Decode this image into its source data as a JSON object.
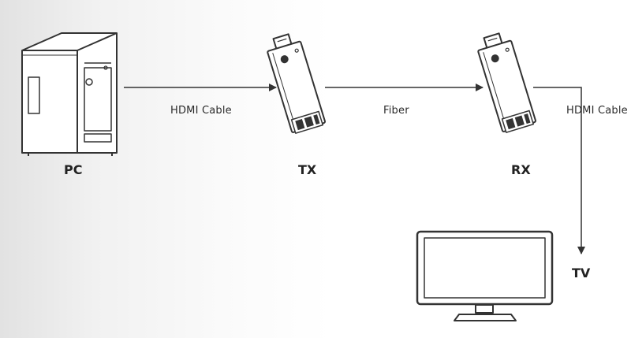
{
  "devices": {
    "pc": "PC",
    "tx": "TX",
    "rx": "RX",
    "tv": "TV"
  },
  "links": {
    "pc_tx": "HDMI Cable",
    "tx_rx": "Fiber",
    "rx_tv": "HDMI Cable"
  }
}
